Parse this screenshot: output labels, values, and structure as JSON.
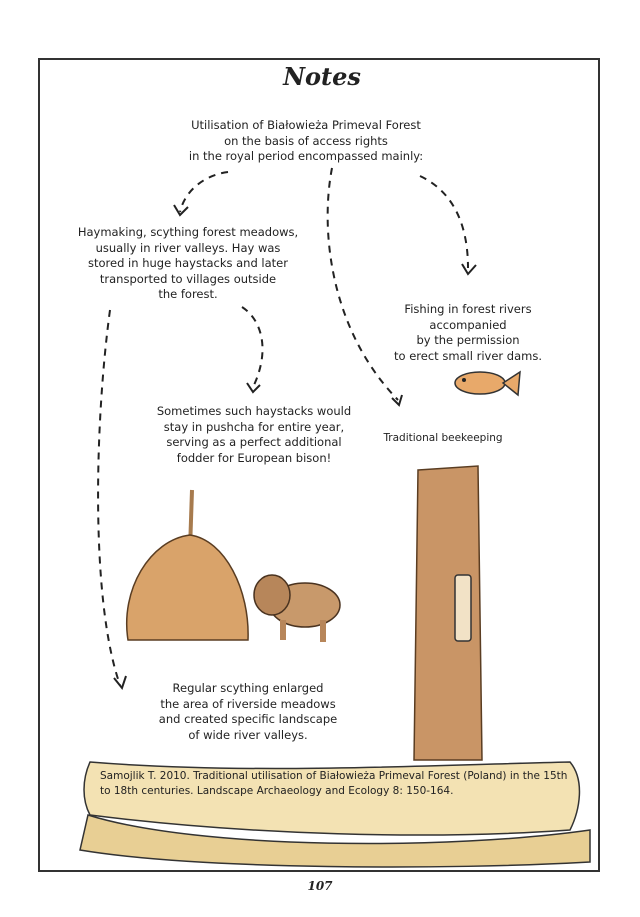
{
  "title": "Notes",
  "intro": [
    "Utilisation of Białowieża Primeval Forest",
    "on the basis of access rights",
    "in the royal period encompassed mainly:"
  ],
  "haymaking": [
    "Haymaking, scything forest meadows,",
    "usually in river valleys. Hay was",
    "stored in huge haystacks and later",
    "transported to villages outside",
    "the forest."
  ],
  "fishing": [
    "Fishing in forest rivers",
    "accompanied",
    "by the permission",
    "to erect small river dams."
  ],
  "haystacks": [
    "Sometimes such haystacks would",
    "stay in pushcha for entire year,",
    "serving as a perfect additional",
    "fodder for European bison!"
  ],
  "beekeeping": "Traditional beekeeping",
  "scything": [
    "Regular scything enlarged",
    "the area of riverside meadows",
    "and created specific landscape",
    "of wide river valleys."
  ],
  "citation": "Samojlik T. 2010. Traditional utilisation of Białowieża Primeval Forest (Poland) in the 15th to 18th centuries. Landscape Archaeology and Ecology 8: 150-164.",
  "page_number": "107"
}
